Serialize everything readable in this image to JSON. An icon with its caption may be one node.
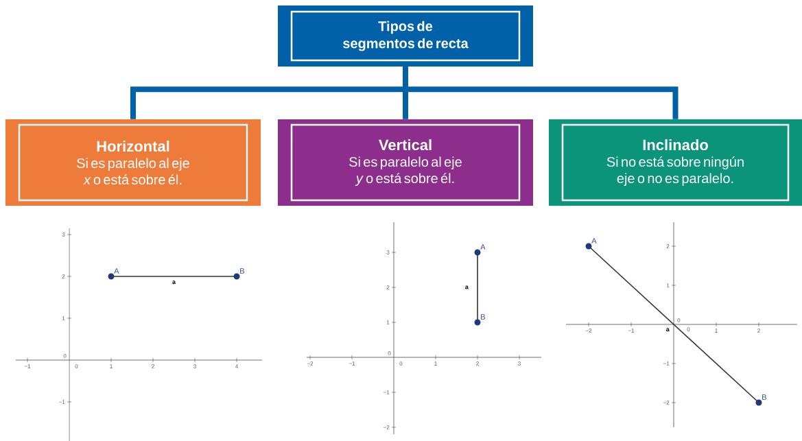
{
  "diagram": {
    "nodes": [
      {
        "text": [
          "Tipos de segmentos de recta"
        ]
      },
      {
        "text": [
          "Horizontal",
          "Si es paralelo al eje *x* o está sobre él."
        ]
      },
      {
        "text": [
          "Vertical",
          "Si es paralelo al eje *y* o está sobre él."
        ]
      },
      {
        "text": [
          "Inclinado",
          "Si no está sobre ningún eje o no es paralelo."
        ]
      }
    ],
    "edges": [
      {
        "from": 0,
        "to": 1,
        "arrow": "none"
      },
      {
        "from": 0,
        "to": 2,
        "arrow": "none"
      },
      {
        "from": 0,
        "to": 3,
        "arrow": "none"
      }
    ],
    "labels": [
      "3",
      "A",
      "B",
      "2",
      "a",
      "1",
      "0",
      "−1",
      "0",
      "1",
      "2",
      "3",
      "4",
      "−1",
      "A",
      "3",
      "2",
      "a",
      "B",
      "1",
      "0",
      "−2",
      "−1",
      "0",
      "1",
      "2",
      "3",
      "−1",
      "−2",
      "A",
      "2",
      "1",
      "0",
      "−2",
      "−1",
      "a",
      "0",
      "1",
      "2",
      "−1",
      "B",
      "−2"
    ]
  }
}
